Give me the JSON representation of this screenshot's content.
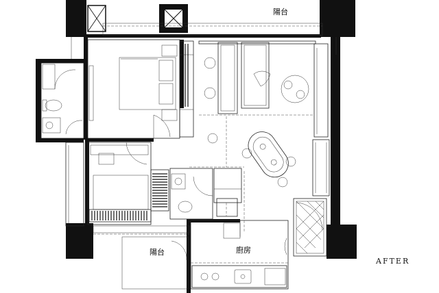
{
  "plan": {
    "label_after": "AFTER",
    "rooms": {
      "balcony_top": "陽台",
      "balcony_bottom": "陽台",
      "kitchen": "廚房"
    }
  }
}
